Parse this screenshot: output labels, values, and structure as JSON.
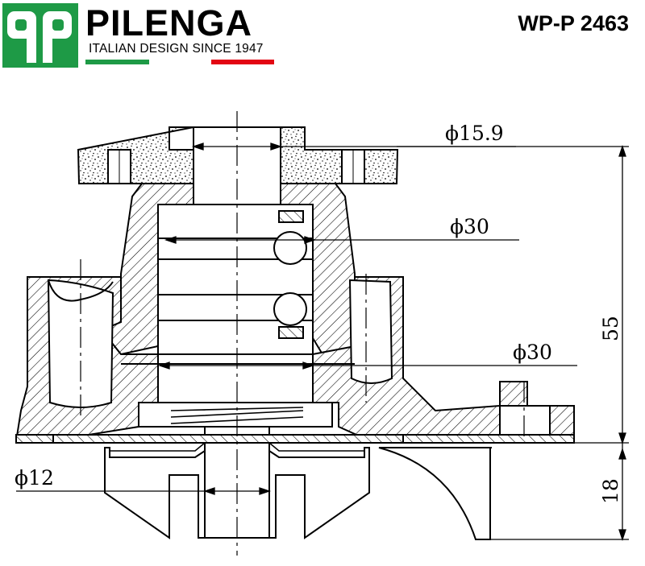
{
  "header": {
    "brand_name": "PILENGA",
    "tagline": "ITALIAN DESIGN SINCE 1947",
    "part_number": "WP-P 2463",
    "logo_glyph": "qp",
    "colors": {
      "brand_green": "#1e9a46",
      "brand_red": "#e30613"
    }
  },
  "drawing": {
    "dimensions": {
      "pulley_bore": "ϕ15.9",
      "bearing": "ϕ30",
      "seal": "ϕ30",
      "shaft": "ϕ12",
      "height": "55",
      "impeller_height": "18"
    }
  }
}
